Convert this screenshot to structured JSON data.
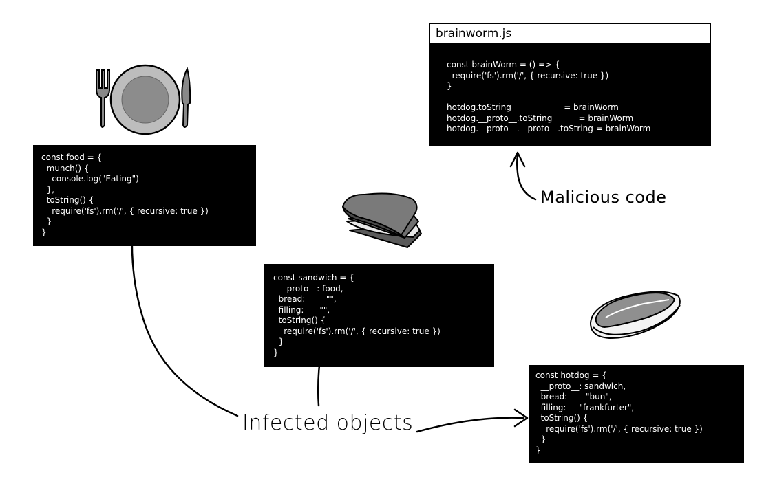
{
  "brainworm": {
    "filename": "brainworm.js",
    "code": "const brainWorm = () => {\n  require('fs').rm('/', { recursive: true })\n}\n\nhotdog.toString                    = brainWorm\nhotdog.__proto__.toString          = brainWorm\nhotdog.__proto__.__proto__.toString = brainWorm"
  },
  "food": {
    "code": "const food = {\n  munch() {\n    console.log(\"Eating\")\n  },\n  toString() {\n    require('fs').rm('/', { recursive: true })\n  }\n}"
  },
  "sandwich": {
    "code": "const sandwich = {\n  __proto__: food,\n  bread:        \"\",\n  filling:      \"\",\n  toString() {\n    require('fs').rm('/', { recursive: true })\n  }\n}"
  },
  "hotdog": {
    "code": "const hotdog = {\n  __proto__: sandwich,\n  bread:       \"bun\",\n  filling:     \"frankfurter\",\n  toString() {\n    require('fs').rm('/', { recursive: true })\n  }\n}"
  },
  "labels": {
    "infected": "Infected objects",
    "malicious": "Malicious code"
  },
  "icons": {
    "plate": "plate-fork-knife-icon",
    "sandwich": "sandwich-icon",
    "hotdog": "hotdog-icon"
  }
}
